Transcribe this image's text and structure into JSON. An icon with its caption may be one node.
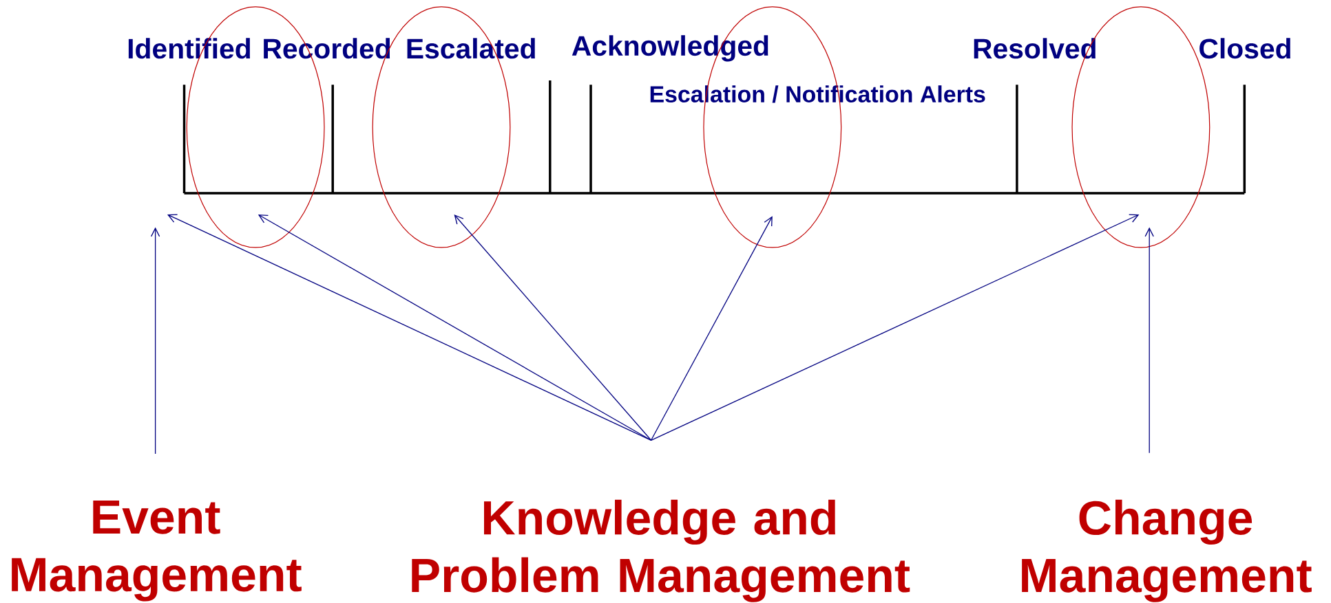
{
  "diagram": {
    "nodes": [
      {
        "text": [
          "Event Management"
        ]
      },
      {
        "text": [
          "Knowledge and Problem Management"
        ]
      },
      {
        "text": [
          "Change Management"
        ]
      },
      {
        "text": [],
        "shape": "ellipse"
      },
      {
        "text": [],
        "shape": "ellipse"
      },
      {
        "text": [],
        "shape": "ellipse"
      },
      {
        "text": [],
        "shape": "ellipse"
      }
    ],
    "edges": [
      {
        "from": 0,
        "to": null,
        "arrow": "to"
      },
      {
        "from": 1,
        "to": null,
        "arrow": "to"
      },
      {
        "from": 1,
        "to": 3,
        "arrow": "to"
      },
      {
        "from": 1,
        "to": 4,
        "arrow": "to"
      },
      {
        "from": 1,
        "to": 5,
        "arrow": "to"
      },
      {
        "from": 1,
        "to": 6,
        "arrow": "to"
      },
      {
        "from": 2,
        "to": 6,
        "arrow": "to"
      }
    ],
    "labels": [
      "Identified",
      "Recorded",
      "Escalated",
      "Acknowledged",
      "Resolved",
      "Closed",
      "Escalation / Notification Alerts"
    ]
  }
}
